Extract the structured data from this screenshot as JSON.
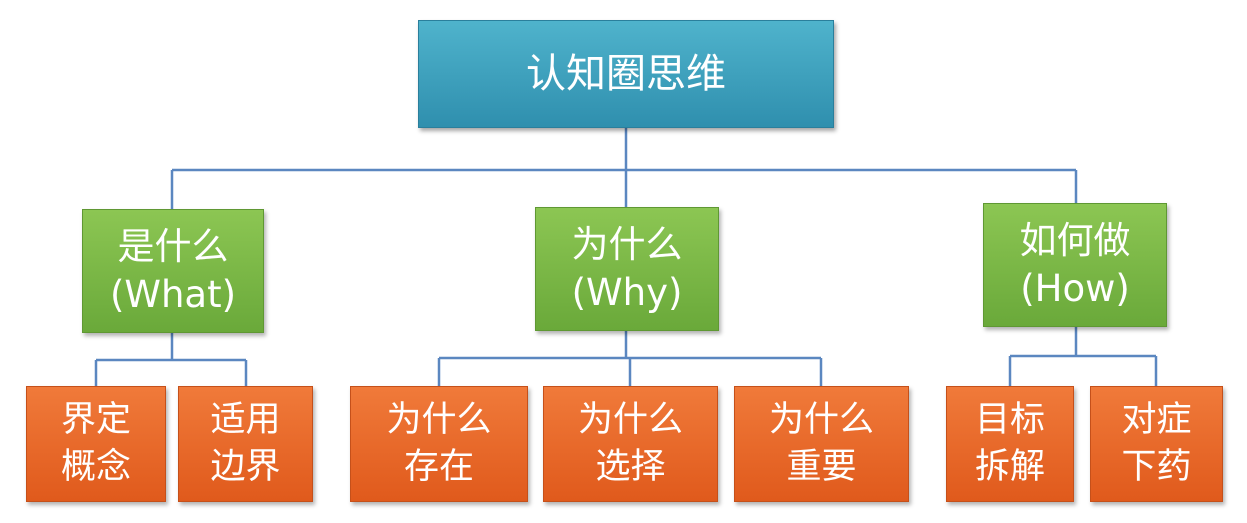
{
  "root": {
    "label": "认知圈思维"
  },
  "branches": [
    {
      "label_cn": "是什么",
      "label_en": "(What)",
      "children": [
        {
          "line1": "界定",
          "line2": "概念"
        },
        {
          "line1": "适用",
          "line2": "边界"
        }
      ]
    },
    {
      "label_cn": "为什么",
      "label_en": "(Why)",
      "children": [
        {
          "line1": "为什么",
          "line2": "存在"
        },
        {
          "line1": "为什么",
          "line2": "选择"
        },
        {
          "line1": "为什么",
          "line2": "重要"
        }
      ]
    },
    {
      "label_cn": "如何做",
      "label_en": "(How)",
      "children": [
        {
          "line1": "目标",
          "line2": "拆解"
        },
        {
          "line1": "对症",
          "line2": "下药"
        }
      ]
    }
  ],
  "colors": {
    "root": "#3a9fbd",
    "branch": "#7ab648",
    "leaf": "#e8672a",
    "connector": "#5b87c0"
  }
}
